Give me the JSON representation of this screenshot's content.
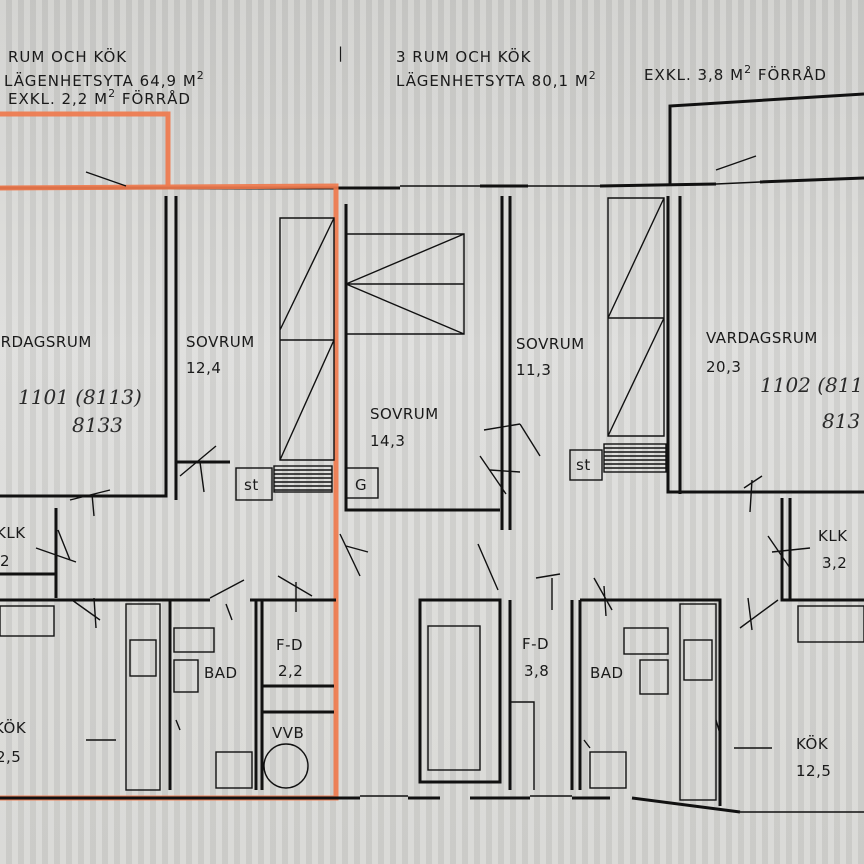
{
  "header": {
    "left_line1": "RUM OCH KÖK",
    "left_line2": "LÄGENHETSYTA 64,9 M",
    "left_sup2": "2",
    "left_line3": "EXKL. 2,2 M",
    "left_line3_tail": " FÖRRÅD",
    "left_sup3": "2",
    "divider": "|",
    "right_line1": "3 RUM OCH KÖK",
    "right_line2": "LÄGENHETSYTA 80,1 M",
    "right_sup2": "2",
    "right_line2b": "EXKL. 3,8 M",
    "right_sup2b": "2",
    "right_line2b_tail": " FÖRRÅD"
  },
  "rooms": {
    "vardagsrum_left": "VARDAGSRUM",
    "sovrum_a": "SOVRUM",
    "sovrum_a_area": "12,4",
    "sovrum_b": "SOVRUM",
    "sovrum_b_area": "14,3",
    "sovrum_c": "SOVRUM",
    "sovrum_c_area": "11,3",
    "vardagsrum_right": "VARDAGSRUM",
    "vardagsrum_right_area": "20,3",
    "klk_left": "KLK",
    "klk_left_area": "2",
    "klk_right": "KLK",
    "klk_right_area": "3,2",
    "kok_left": "KÖK",
    "kok_left_area": "2,5",
    "kok_right": "KÖK",
    "kok_right_area": "12,5",
    "bad_left": "BAD",
    "bad_right": "BAD",
    "fd_left": "F-D",
    "fd_left_area": "2,2",
    "fd_right": "F-D",
    "fd_right_area": "3,8",
    "vvb": "VVB",
    "st_left": "st",
    "st_right": "st",
    "g": "G"
  },
  "handwritten": {
    "left_line1": "1101 (8113)",
    "left_line2": "8133",
    "right_line1": "1102 (811",
    "right_line2": "813"
  },
  "colors": {
    "highlight": "#ef7a4d",
    "ink": "#111111"
  }
}
